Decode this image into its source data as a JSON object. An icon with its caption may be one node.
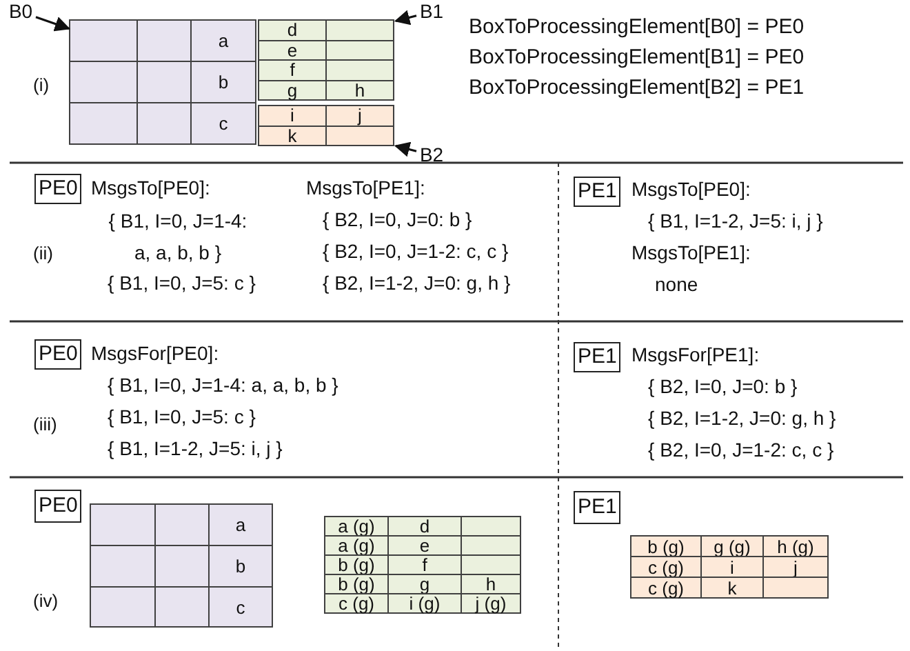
{
  "diagram": {
    "nodes": [
      {
        "text": [
          "B0"
        ]
      },
      {
        "text": [
          "B1"
        ]
      },
      {
        "text": [
          "B2"
        ]
      },
      {
        "text": [],
        "shape": "box"
      },
      {
        "text": [],
        "shape": "box"
      },
      {
        "text": [],
        "shape": "box"
      },
      {
        "text": [
          "PE0"
        ]
      },
      {
        "text": [
          "PE1"
        ]
      },
      {
        "text": [
          "PE0"
        ]
      },
      {
        "text": [
          "PE1"
        ]
      },
      {
        "text": [
          "PE0"
        ]
      },
      {
        "text": [
          "PE1"
        ]
      }
    ],
    "edges": [
      {
        "from": 0,
        "to": 3,
        "arrow": "to"
      },
      {
        "from": 1,
        "to": 4,
        "arrow": "to"
      },
      {
        "from": 2,
        "to": 5,
        "arrow": "to"
      }
    ],
    "labels": [
      "(i)",
      "a",
      "d",
      "e",
      "b",
      "f",
      "g",
      "h",
      "c",
      "i",
      "j",
      "k",
      "BoxToProcessingElement[B0] = PE0",
      "BoxToProcessingElement[B1] = PE0",
      "BoxToProcessingElement[B2] = PE1",
      "MsgsTo[PE0]:",
      "MsgsTo[PE1]:",
      "{ B1, I=0, J=1-4: a, a, b, b }",
      "{ B2, I=0, J=0: b }",
      "(ii)",
      "{ B2, I=0, J=1-2: c, c }",
      "{ B1, I=0, J=5: c }",
      "{ B2, I=1-2, J=0: g, h }",
      "MsgsTo[PE0]:",
      "{ B1, I=1-2, J=5: i, j }",
      "MsgsTo[PE1]:",
      "none",
      "MsgsFor[PE0]:",
      "{ B1, I=0, J=1-4: a, a, b, b }",
      "(iii)",
      "{ B1, I=0, J=5: c }",
      "{ B1, I=1-2, J=5: i, j }",
      "MsgsFor[PE1]:",
      "{ B2, I=0, J=0: b }",
      "{ B2, I=1-2, J=0: g, h }",
      "{ B2, I=0, J=1-2: c, c }",
      "(iv)",
      "a",
      "b",
      "c",
      "a (g)",
      "d",
      "a (g)",
      "e",
      "b (g)",
      "f",
      "b (g)",
      "g",
      "h",
      "c (g)",
      "i (g)",
      "j (g)",
      "b (g)",
      "g (g)",
      "h (g)",
      "c (g)",
      "i",
      "j",
      "c (g)",
      "k"
    ]
  }
}
